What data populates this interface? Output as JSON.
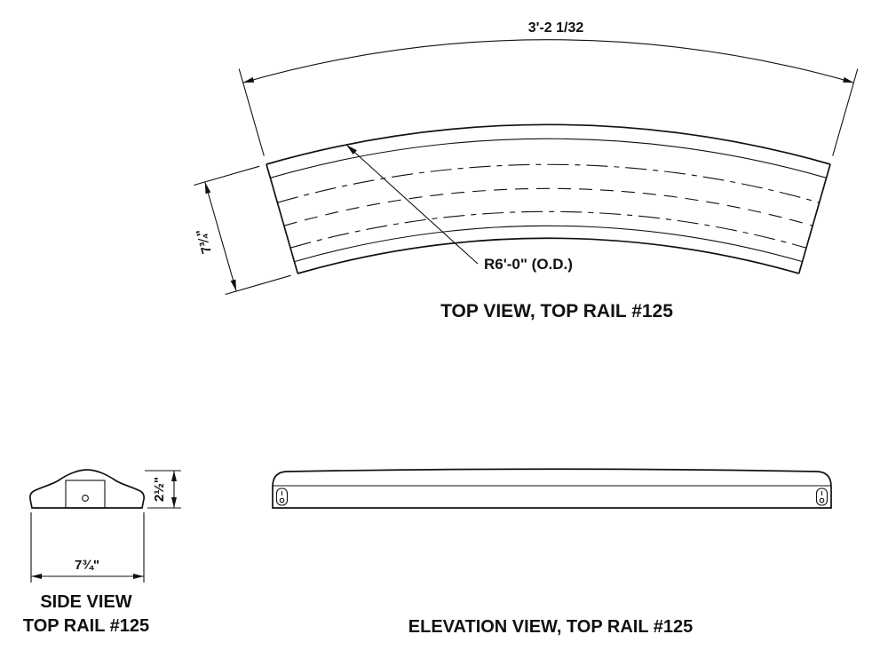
{
  "colors": {
    "ink": "#111111",
    "paper": "#ffffff"
  },
  "top_view": {
    "dim_arc_length": "3'-2 1/32",
    "dim_width": "7¾\"",
    "radius_label": "R6'-0\" (O.D.)",
    "caption": "TOP VIEW, TOP RAIL #125"
  },
  "side_view": {
    "dim_height": "2½\"",
    "dim_width": "7¾\"",
    "caption_line1": "SIDE VIEW",
    "caption_line2": "TOP RAIL #125"
  },
  "elevation_view": {
    "caption": "ELEVATION VIEW, TOP RAIL #125"
  }
}
